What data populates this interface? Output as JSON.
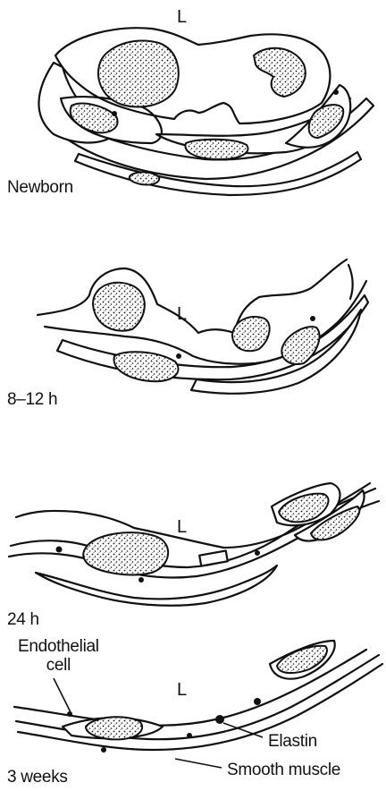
{
  "panels": [
    {
      "stage_label": "Newborn",
      "lumen_label": "L"
    },
    {
      "stage_label": "8–12 h",
      "lumen_label": "L"
    },
    {
      "stage_label": "24 h",
      "lumen_label": "L"
    },
    {
      "stage_label": "3 weeks",
      "lumen_label": "L"
    }
  ],
  "annotations": {
    "endothelial": "Endothelial\ncell",
    "elastin": "Elastin",
    "smooth_muscle": "Smooth muscle"
  }
}
